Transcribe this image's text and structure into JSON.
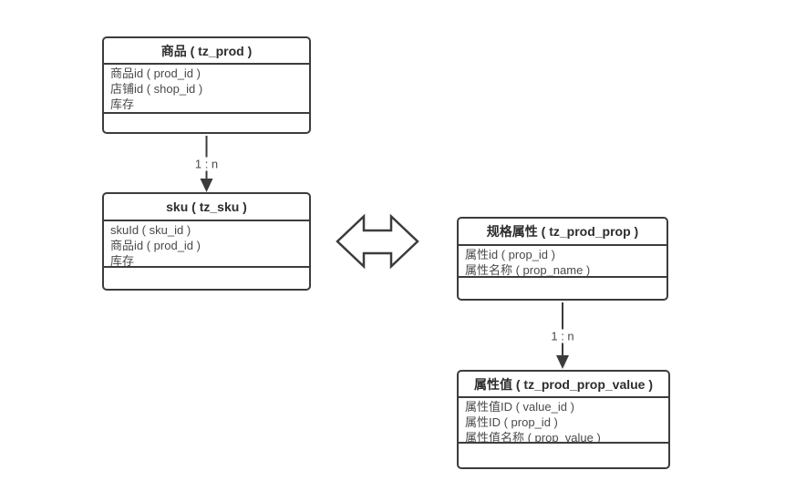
{
  "canvas": {
    "background": "#ffffff"
  },
  "colors": {
    "line": "#3c3c3c",
    "text": "#4a4a4a",
    "title": "#2d2d2d"
  },
  "entities": [
    {
      "title": "商品 ( tz_prod )",
      "fields": [
        "商品id ( prod_id )",
        "店铺id ( shop_id )",
        "库存"
      ]
    },
    {
      "title": "sku ( tz_sku )",
      "fields": [
        "skuId ( sku_id )",
        "商品id ( prod_id )",
        "库存"
      ]
    },
    {
      "title": "规格属性 ( tz_prod_prop )",
      "fields": [
        "属性id ( prop_id )",
        "属性名称 ( prop_name )"
      ]
    },
    {
      "title": "属性值 ( tz_prod_prop_value )",
      "fields": [
        "属性值ID ( value_id )",
        "属性ID ( prop_id )",
        "属性值名称 ( prop_value )"
      ]
    }
  ],
  "relations": [
    {
      "from": "商品 ( tz_prod )",
      "to": "sku ( tz_sku )",
      "label": "1 : n"
    },
    {
      "from": "规格属性 ( tz_prod_prop )",
      "to": "属性值 ( tz_prod_prop_value )",
      "label": "1 : n"
    }
  ],
  "connector": {
    "shape": "double-headed-arrow",
    "between": [
      "sku ( tz_sku )",
      "规格属性 ( tz_prod_prop )"
    ]
  }
}
